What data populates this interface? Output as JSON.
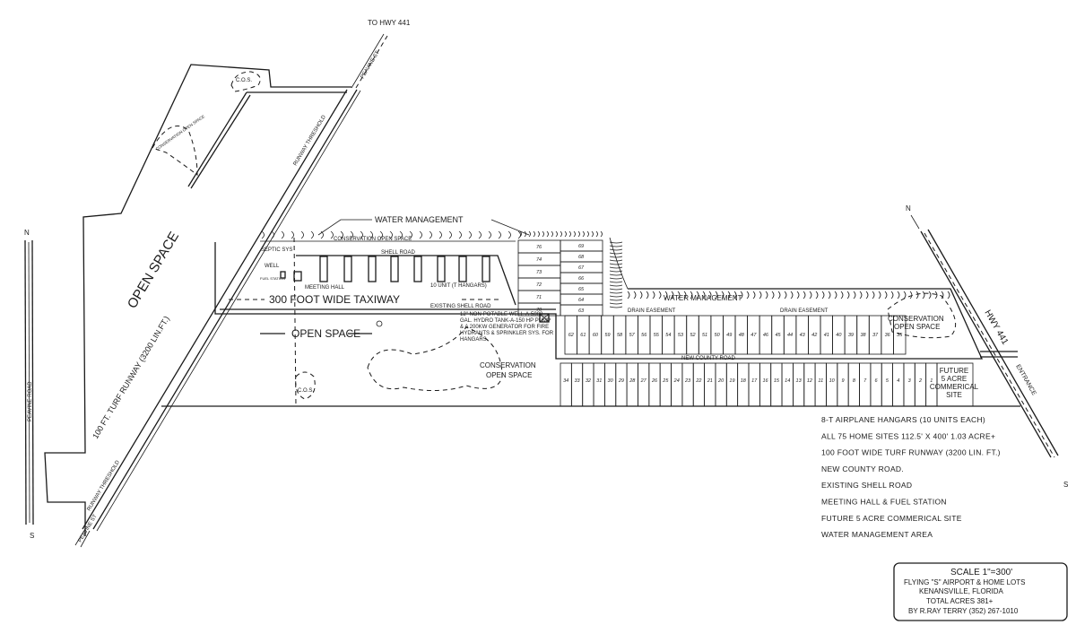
{
  "labels": {
    "to_hwy": "TO HWY 441",
    "peavine_top": "PEAVINE ST",
    "peavine_bottom": "PEAVINE ST",
    "runway_threshold_top": "RUNWAY THRESHOLD",
    "runway_threshold_bottom": "RUNWAY THRESHOLD",
    "runway": "100 FT. TURF RUNWAY (3200 LIN.FT.)",
    "open_space_diag": "OPEN SPACE",
    "open_space": "OPEN SPACE",
    "cos_top": "C.O.S.",
    "cos_bottom": "C.O.S.",
    "conservation_small": "CONSERVATION OPEN SPACE",
    "water_management": "WATER MANAGEMENT",
    "conservation_strip": "CONSERVATION OPEN SPACE",
    "septic": "SEPTIC SYS",
    "well": "WELL",
    "fuel_station": "FUEL STATION",
    "meeting_hall": "MEETING HALL",
    "shell_road": "SHELL ROAD",
    "hangars": "10 UNIT (T HANGARS)",
    "taxiway": "300 FOOT WIDE TAXIWAY",
    "existing_shell_road": "EXISTING SHELL ROAD",
    "well_note": [
      "12\" NON-POTABLE WELL-A-5000",
      "GAL. HYDRO TANK-A-150 HP PUMP",
      "& A 200KW GENERATOR FOR FIRE",
      "HYDRANTS & SPRINKLER SYS. FOR",
      "HANGARS."
    ],
    "conservation_center": [
      "CONSERVATION",
      "OPEN SPACE"
    ],
    "water_management_east": "WATER MANAGEMENT",
    "drain_easement_1": "DRAIN EASEMENT",
    "drain_easement_2": "DRAIN EASEMENT",
    "conservation_east": [
      "CONSERVATION",
      "OPEN SPACE"
    ],
    "new_county_road": "NEW COUNTY ROAD",
    "future_site": [
      "FUTURE",
      "5 ACRE",
      "COMMERICAL",
      "SITE"
    ],
    "hwy_441": "HWY 441",
    "entrance": "ENTRANCE",
    "north_left": "N",
    "south_left": "S",
    "north_right": "N",
    "south_right": "S",
    "left_road": "PEAVINE ROAD"
  },
  "lots": {
    "west_col_left": [
      "76",
      "74",
      "73",
      "72",
      "71",
      "70"
    ],
    "west_col_right": [
      "69",
      "68",
      "67",
      "66",
      "65",
      "64",
      "63"
    ],
    "north_row": [
      "62",
      "61",
      "60",
      "59",
      "58",
      "57",
      "56",
      "55",
      "54",
      "53",
      "52",
      "51",
      "50",
      "49",
      "48",
      "47",
      "46",
      "45",
      "44",
      "43",
      "42",
      "41",
      "40",
      "39",
      "38",
      "37",
      "36",
      "35"
    ],
    "south_row": [
      "34",
      "33",
      "32",
      "31",
      "30",
      "29",
      "28",
      "27",
      "26",
      "25",
      "24",
      "23",
      "22",
      "21",
      "20",
      "19",
      "18",
      "17",
      "16",
      "15",
      "14",
      "13",
      "12",
      "11",
      "10",
      "9",
      "8",
      "7",
      "6",
      "5",
      "4",
      "3",
      "2",
      "1"
    ]
  },
  "legend": [
    "8-T AIRPLANE HANGARS (10 UNITS EACH)",
    "ALL 75 HOME SITES 112.5' X 400' 1.03 ACRE+",
    "100 FOOT WIDE TURF RUNWAY (3200 LIN. FT.)",
    "NEW COUNTY ROAD.",
    "EXISTING SHELL ROAD",
    "MEETING HALL & FUEL STATION",
    "FUTURE 5 ACRE COMMERICAL SITE",
    "WATER MANAGEMENT AREA"
  ],
  "title_block": {
    "scale": "SCALE 1\"=300'",
    "name": "FLYING \"S\" AIRPORT & HOME LOTS",
    "location": "KENANSVILLE, FLORIDA",
    "acres": "TOTAL ACRES 381+",
    "author": "BY R.RAY TERRY (352) 267-1010"
  }
}
